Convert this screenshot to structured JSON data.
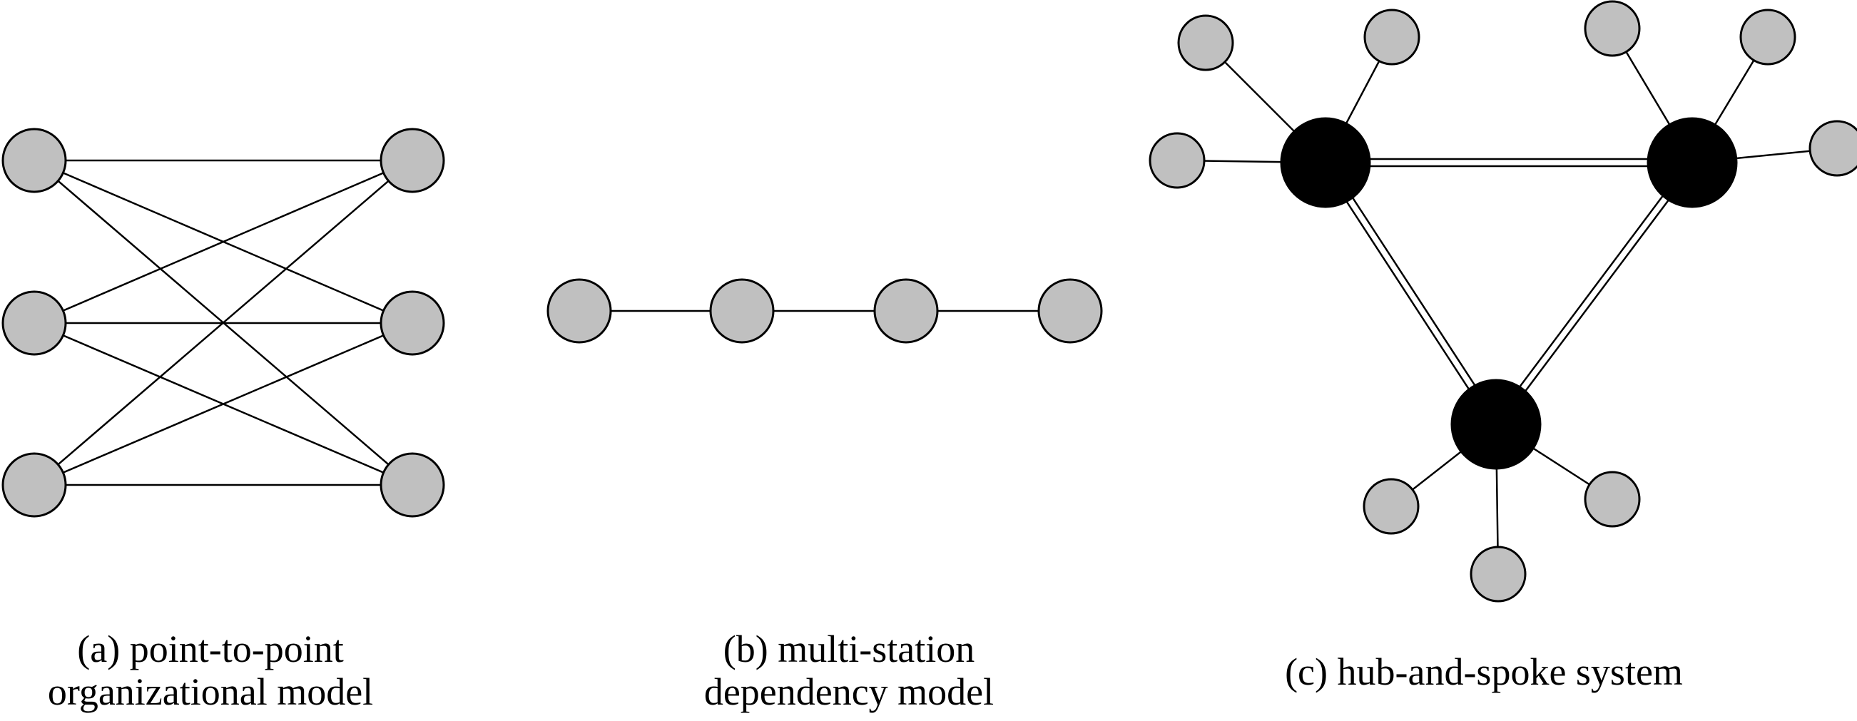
{
  "diagrams": [
    {
      "id": "a",
      "caption_lines": [
        "(a) point-to-point",
        "organizational model"
      ]
    },
    {
      "id": "b",
      "caption_lines": [
        "(b) multi-station",
        "dependency model"
      ]
    },
    {
      "id": "c",
      "caption_lines": [
        "(c) hub-and-spoke system"
      ]
    }
  ],
  "colors": {
    "node_fill": "#c0c0c0",
    "hub_fill": "#000000",
    "stroke": "#000000",
    "background": "#ffffff"
  }
}
